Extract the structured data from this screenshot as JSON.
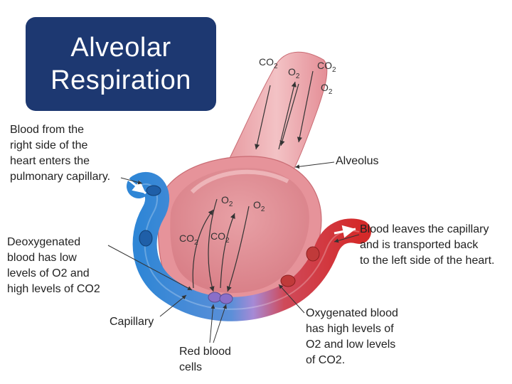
{
  "title": {
    "line1": "Alveolar",
    "line2": "Respiration"
  },
  "labels": {
    "blood_from_heart": [
      "Blood from the",
      "right side of the",
      "heart enters the",
      "pulmonary capillary."
    ],
    "deoxygenated": [
      "Deoxygenated",
      "blood has low",
      "levels of O2 and",
      "high levels of CO2"
    ],
    "capillary": "Capillary",
    "red_blood_cells": [
      "Red blood",
      "cells"
    ],
    "oxygenated": [
      "Oxygenated blood",
      "has high levels of",
      "O2 and low levels",
      "of CO2."
    ],
    "blood_leaves": [
      "Blood leaves the capillary",
      "and is transported back",
      "to the left side of the heart."
    ],
    "alveolus": "Alveolus"
  },
  "gases": {
    "top": [
      "CO2",
      "O2",
      "CO2",
      "O2"
    ],
    "inner_o2": [
      "O2",
      "O2"
    ],
    "inner_co2": [
      "CO2",
      "CO2"
    ]
  },
  "colors": {
    "title_bg": "#1d3871",
    "deoxygenated_blood": "#2f86d6",
    "oxygenated_blood": "#d42a2a",
    "alveolus_tissue": "#eaa3a8"
  }
}
